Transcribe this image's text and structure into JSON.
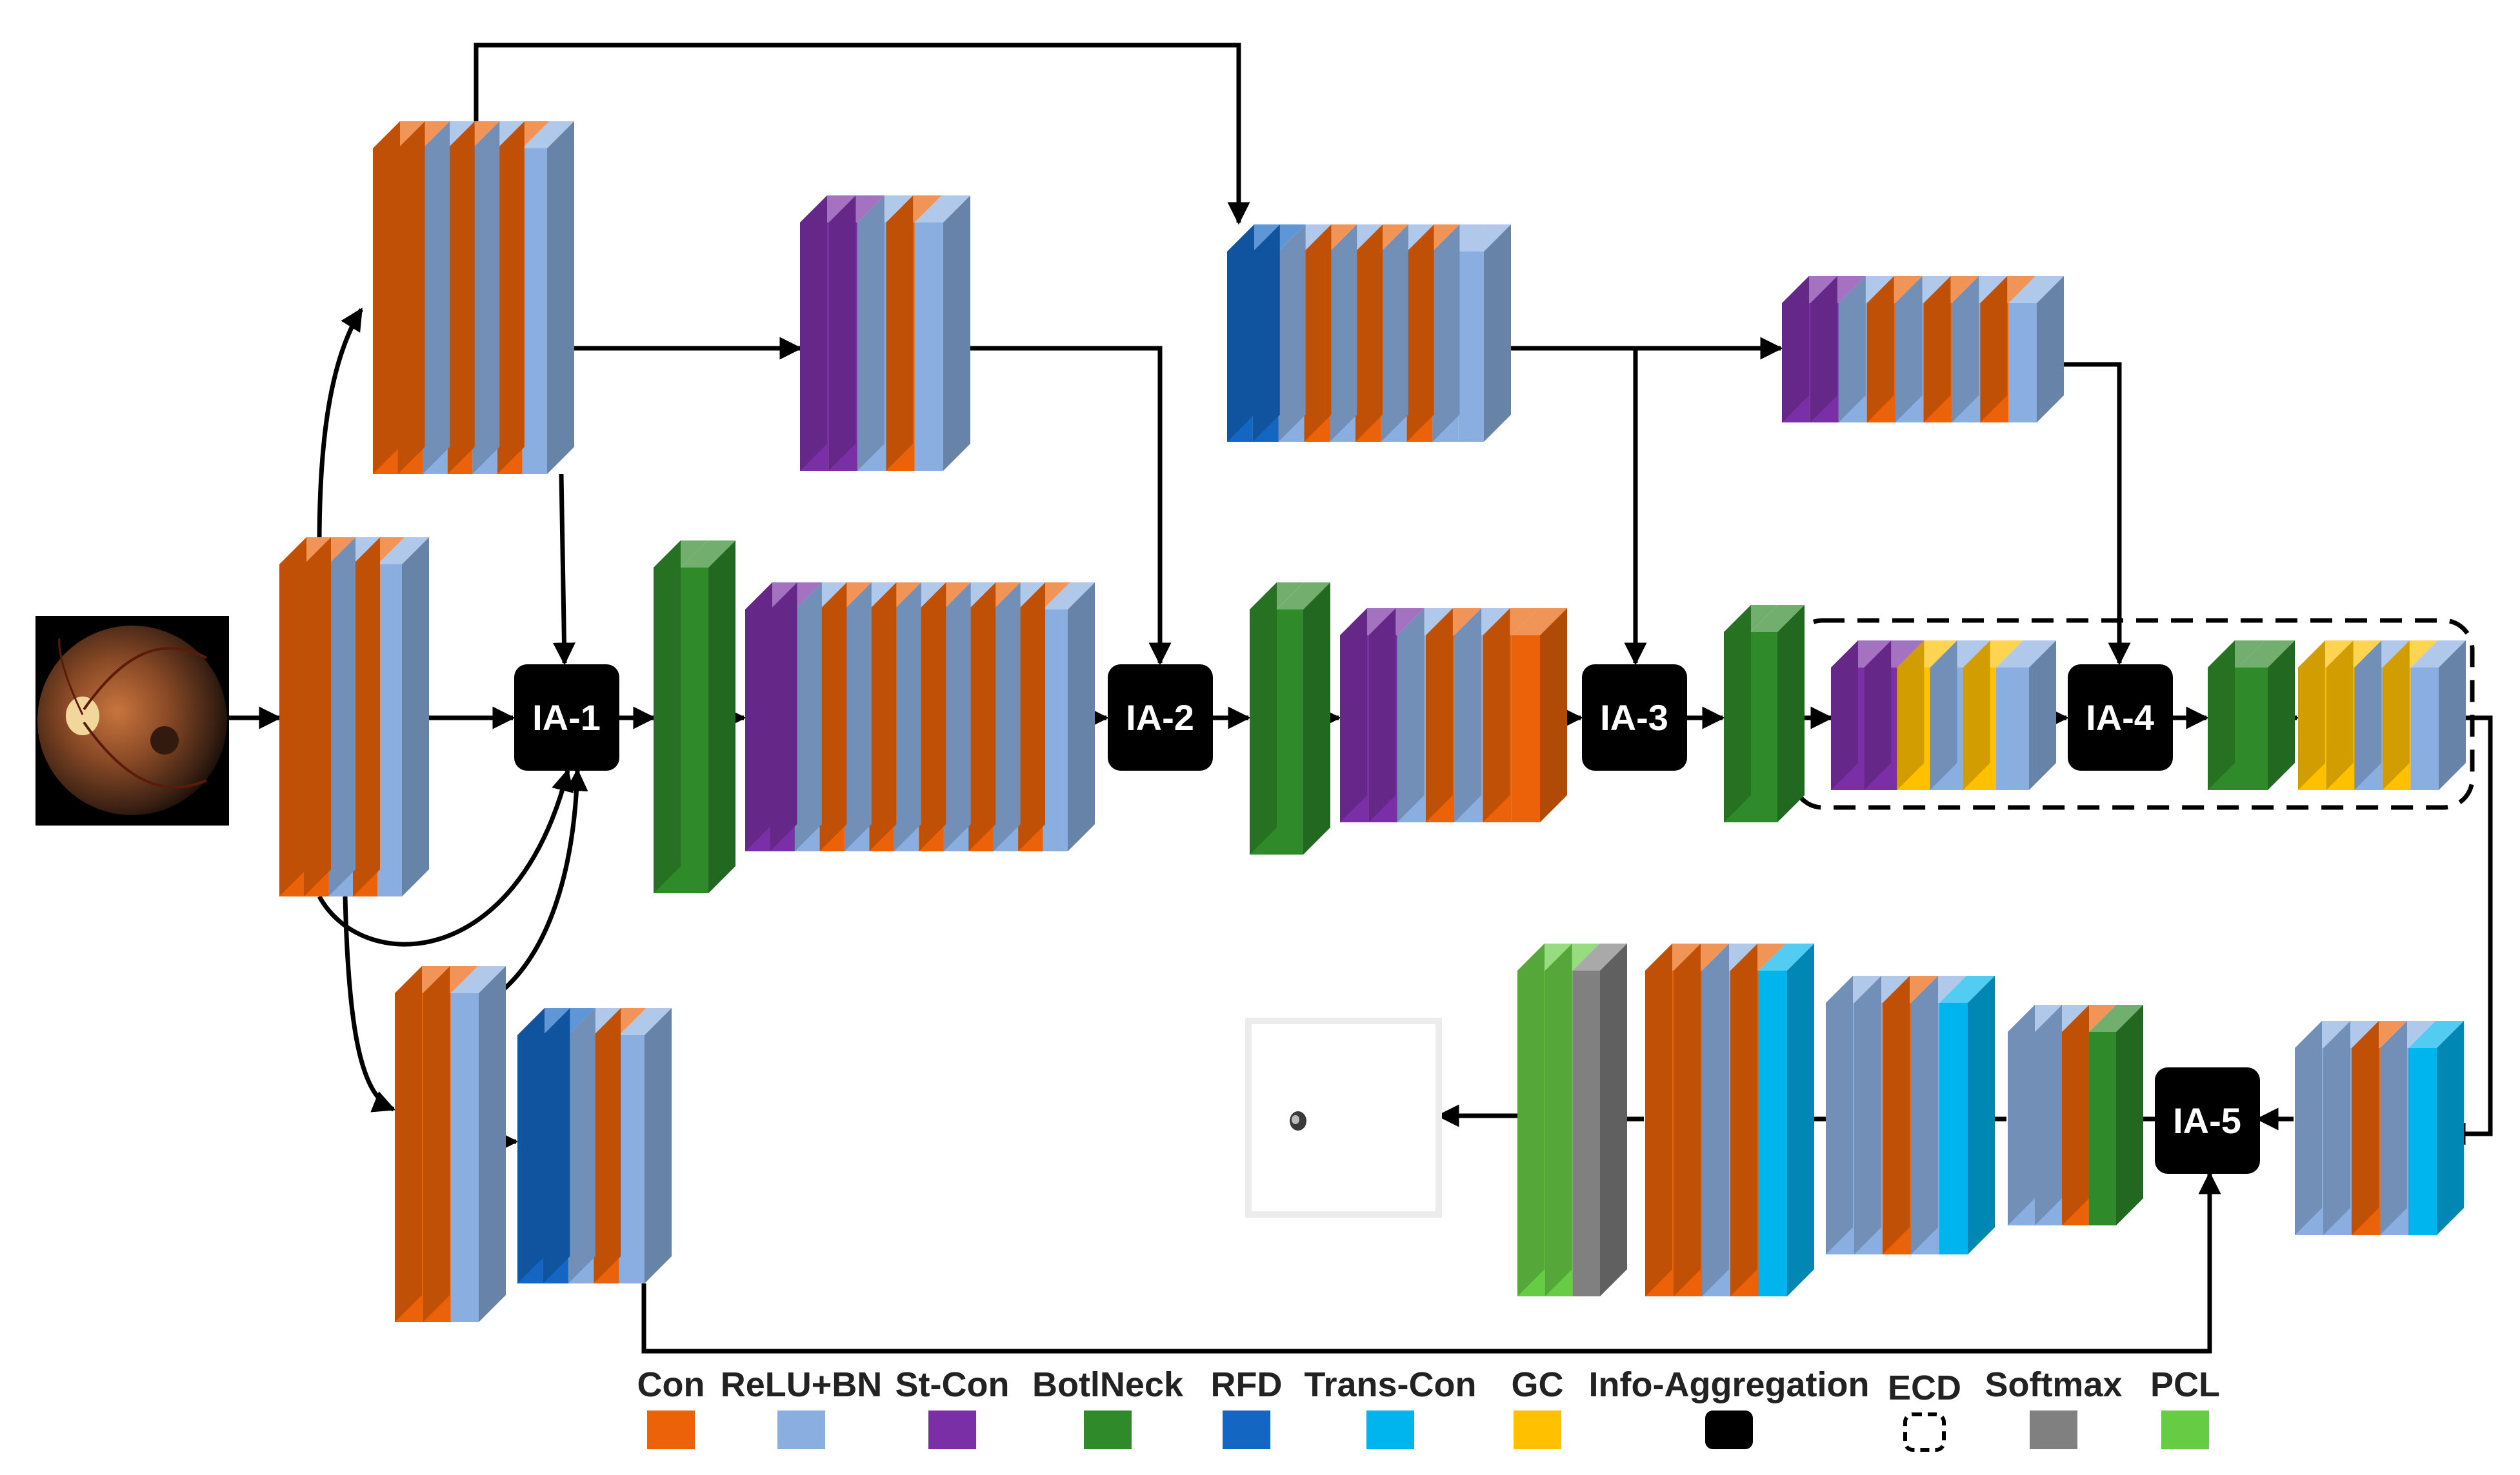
{
  "colors": {
    "Con": "#EB6209",
    "ReLU+BN": "#8BAEE0",
    "St-Con": "#7B2FA6",
    "BotlNeck": "#2F8A2A",
    "RFD": "#1366C2",
    "Trans-Con": "#00B4EE",
    "GC": "#FFC000",
    "Info-Aggregation": "#000000",
    "Softmax": "#808080",
    "PCL": "#66CC44"
  },
  "aggregation_nodes": [
    "IA-1",
    "IA-2",
    "IA-3",
    "IA-4",
    "IA-5"
  ],
  "input_image": "fundus-image",
  "output_image": "segmentation-map",
  "legend": [
    {
      "label": "Con",
      "color": "#EB6209",
      "kind": "fill"
    },
    {
      "label": "ReLU+BN",
      "color": "#8BAEE0",
      "kind": "fill"
    },
    {
      "label": "St-Con",
      "color": "#7B2FA6",
      "kind": "fill"
    },
    {
      "label": "BotlNeck",
      "color": "#2F8A2A",
      "kind": "fill"
    },
    {
      "label": "RFD",
      "color": "#1366C2",
      "kind": "fill"
    },
    {
      "label": "Trans-Con",
      "color": "#00B4EE",
      "kind": "fill"
    },
    {
      "label": "GC",
      "color": "#FFC000",
      "kind": "fill"
    },
    {
      "label": "Info-Aggregation",
      "color": "#000000",
      "kind": "fill"
    },
    {
      "label": "ECD",
      "color": "#000000",
      "kind": "dashed"
    },
    {
      "label": "Softmax",
      "color": "#808080",
      "kind": "fill"
    },
    {
      "label": "PCL",
      "color": "#66CC44",
      "kind": "fill"
    }
  ]
}
